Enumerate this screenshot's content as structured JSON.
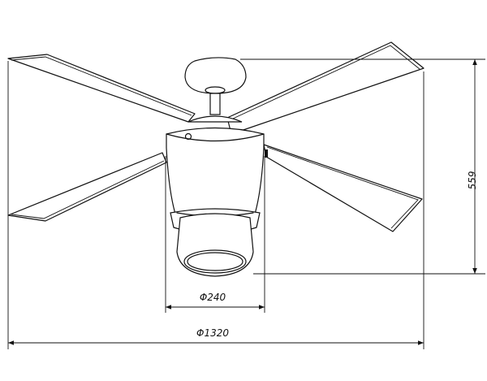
{
  "dimensions": {
    "height_label": "559",
    "body_diameter_label": "Φ240",
    "span_diameter_label": "Φ1320"
  }
}
